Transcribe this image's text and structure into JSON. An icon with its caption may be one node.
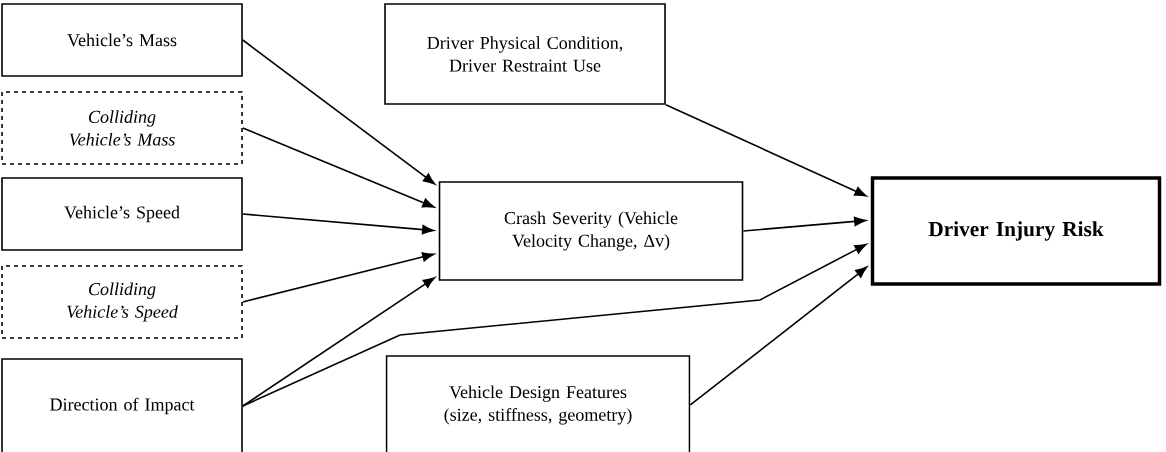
{
  "diagram": {
    "nodes": [
      {
        "text": [
          "Vehicle’s Mass"
        ]
      },
      {
        "text": [
          "Colliding Vehicle’s Mass"
        ]
      },
      {
        "text": [
          "Vehicle’s Speed"
        ]
      },
      {
        "text": [
          "Colliding Vehicle’s Speed"
        ]
      },
      {
        "text": [
          "Direction of Impact"
        ]
      },
      {
        "text": [
          "Driver Physical Condition, Driver Restraint Use"
        ]
      },
      {
        "text": [
          "Crash Severity (Vehicle Velocity Change, Δv)"
        ]
      },
      {
        "text": [
          "Vehicle Design Features (size, stiffness, geometry)"
        ]
      },
      {
        "text": [
          "Driver Injury Risk"
        ]
      }
    ],
    "edges": [
      {
        "from": 0,
        "to": 6,
        "arrow": "to"
      },
      {
        "from": 1,
        "to": 6,
        "arrow": "to"
      },
      {
        "from": 2,
        "to": 6,
        "arrow": "to"
      },
      {
        "from": 3,
        "to": 6,
        "arrow": "to"
      },
      {
        "from": 4,
        "to": 6,
        "arrow": "to"
      },
      {
        "from": 4,
        "to": 8,
        "arrow": "to"
      },
      {
        "from": 5,
        "to": 8,
        "arrow": "to"
      },
      {
        "from": 6,
        "to": 8,
        "arrow": "to"
      },
      {
        "from": 7,
        "to": 8,
        "arrow": "to"
      }
    ]
  }
}
